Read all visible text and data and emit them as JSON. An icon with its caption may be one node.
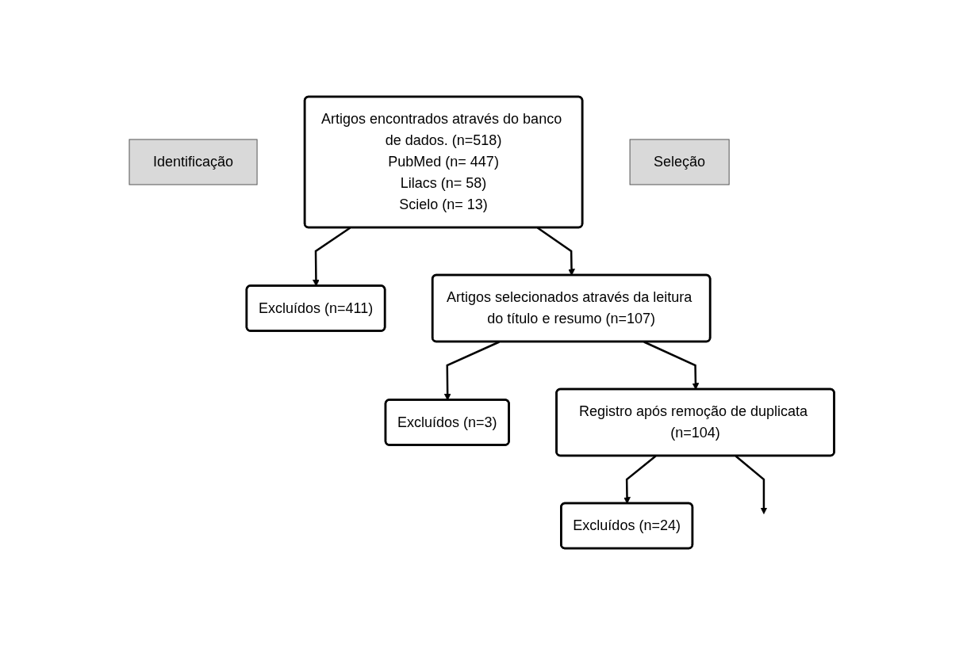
{
  "diagram": {
    "nodes": [
      {
        "text": [
          "Identificação"
        ]
      },
      {
        "text": [
          "Artigos encontrados através do banco de dados. (n=518)",
          "PubMed (n= 447)",
          "Lilacs (n= 58)",
          "Scielo (n= 13)"
        ]
      },
      {
        "text": [
          "Excluídos (n=411)"
        ]
      },
      {
        "text": [
          "Seleção"
        ]
      },
      {
        "text": [
          "Artigos selecionados através da leitura do título e resumo (n=107)"
        ]
      },
      {
        "text": [
          "Excluídos (n=3)"
        ]
      },
      {
        "text": [
          "Excluídos (n=24)"
        ]
      },
      {
        "text": [
          "Registro após remoção de duplicata (n=104)"
        ]
      }
    ],
    "edges": [
      {
        "from": 1,
        "to": 2,
        "arrow": "to"
      },
      {
        "from": 1,
        "to": 4,
        "arrow": "to"
      },
      {
        "from": 4,
        "to": 5,
        "arrow": "to"
      },
      {
        "from": 4,
        "to": 7,
        "arrow": "to"
      },
      {
        "from": 7,
        "to": 6,
        "arrow": "to"
      },
      {
        "from": 7,
        "to": null,
        "arrow": "to"
      }
    ]
  }
}
